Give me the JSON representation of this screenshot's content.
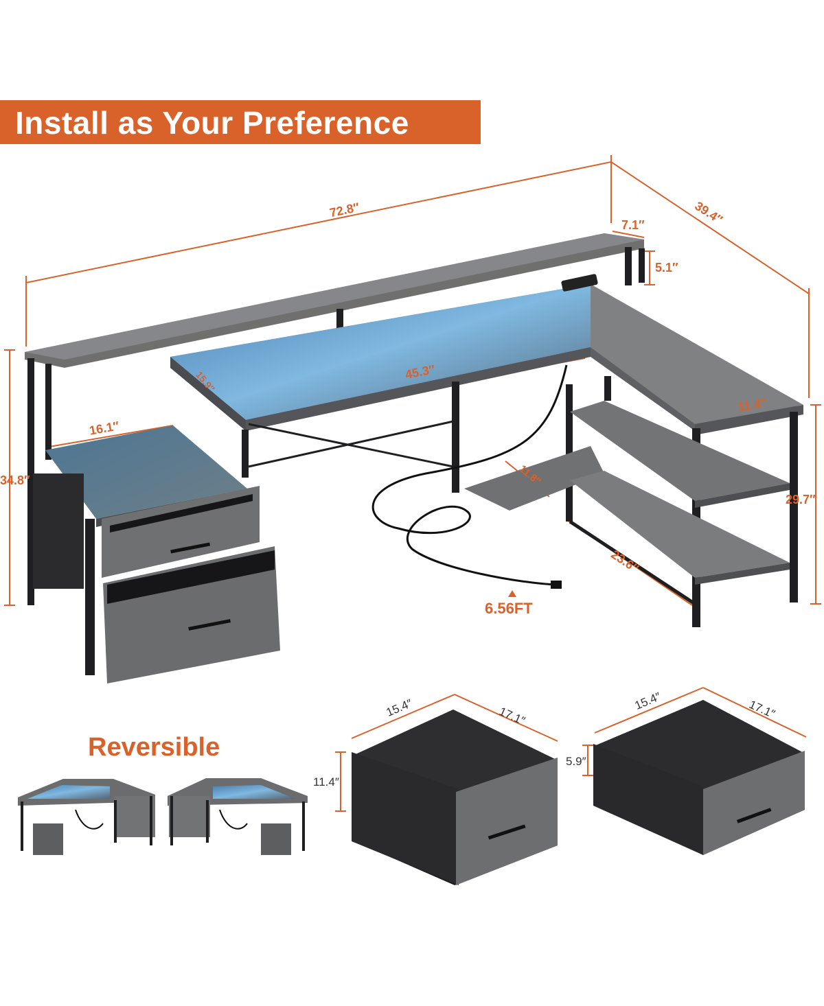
{
  "title": "Install as Your Preference",
  "colors": {
    "accent": "#d9622b",
    "wood": "#6e6e6c",
    "wood_light": "#8a8a87",
    "frame": "#1f1f22",
    "led": "#5aa9e6",
    "fabric": "#2b2b2d"
  },
  "desk": {
    "total_width": "72.8″",
    "side_depth": "39.4″",
    "monitor_stand_depth": "7.1″",
    "monitor_stand_height": "5.1″",
    "desk_depth": "15.9″",
    "desktop_width": "45.3″",
    "cabinet_top_width": "16.1″",
    "total_height": "34.8″",
    "shelf_depth": "11.4″",
    "footrest_depth": "11.8″",
    "side_length": "23.6″",
    "shelf_height": "29.7″",
    "cable_length": "6.56FT"
  },
  "reversible": {
    "label": "Reversible"
  },
  "drawer_large": {
    "width": "15.4″",
    "depth": "17.1″",
    "height": "11.4″"
  },
  "drawer_small": {
    "width": "15.4″",
    "depth": "17.1″",
    "height": "5.9″"
  }
}
